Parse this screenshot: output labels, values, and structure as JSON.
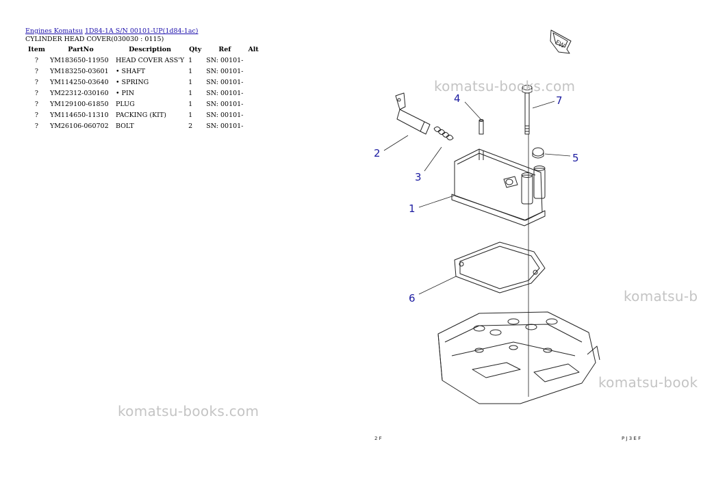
{
  "breadcrumb": {
    "links": [
      "Engines Komatsu",
      "1D84-1A S/N 00101-UP(1d84-1ac)"
    ]
  },
  "page_title": "CYLINDER HEAD COVER(030030 : 0115)",
  "table": {
    "headers": [
      "Item",
      "PartNo",
      "Description",
      "Qty",
      "Ref",
      "Alt"
    ],
    "rows": [
      [
        "?",
        "YM183650-11950",
        "HEAD COVER ASS'Y",
        "1",
        "SN: 00101-",
        ""
      ],
      [
        "?",
        "YM183250-03601",
        "• SHAFT",
        "1",
        "SN: 00101-",
        ""
      ],
      [
        "?",
        "YM114250-03640",
        "• SPRING",
        "1",
        "SN: 00101-",
        ""
      ],
      [
        "?",
        "YM22312-030160",
        "• PIN",
        "1",
        "SN: 00101-",
        ""
      ],
      [
        "?",
        "YM129100-61850",
        "PLUG",
        "1",
        "SN: 00101-",
        ""
      ],
      [
        "?",
        "YM114650-11310",
        "PACKING (KIT)",
        "1",
        "SN: 00101-",
        ""
      ],
      [
        "?",
        "YM26106-060702",
        "BOLT",
        "2",
        "SN: 00101-",
        ""
      ]
    ]
  },
  "watermarks": [
    "komatsu-books.com",
    "komatsu-b",
    "komatsu-book",
    "komatsu-books.com"
  ],
  "diagram": {
    "callouts": [
      "1",
      "2",
      "3",
      "4",
      "5",
      "6",
      "7"
    ],
    "fw_label": "FW",
    "corner_codes": [
      "2 F",
      "P J 3 E F"
    ]
  }
}
